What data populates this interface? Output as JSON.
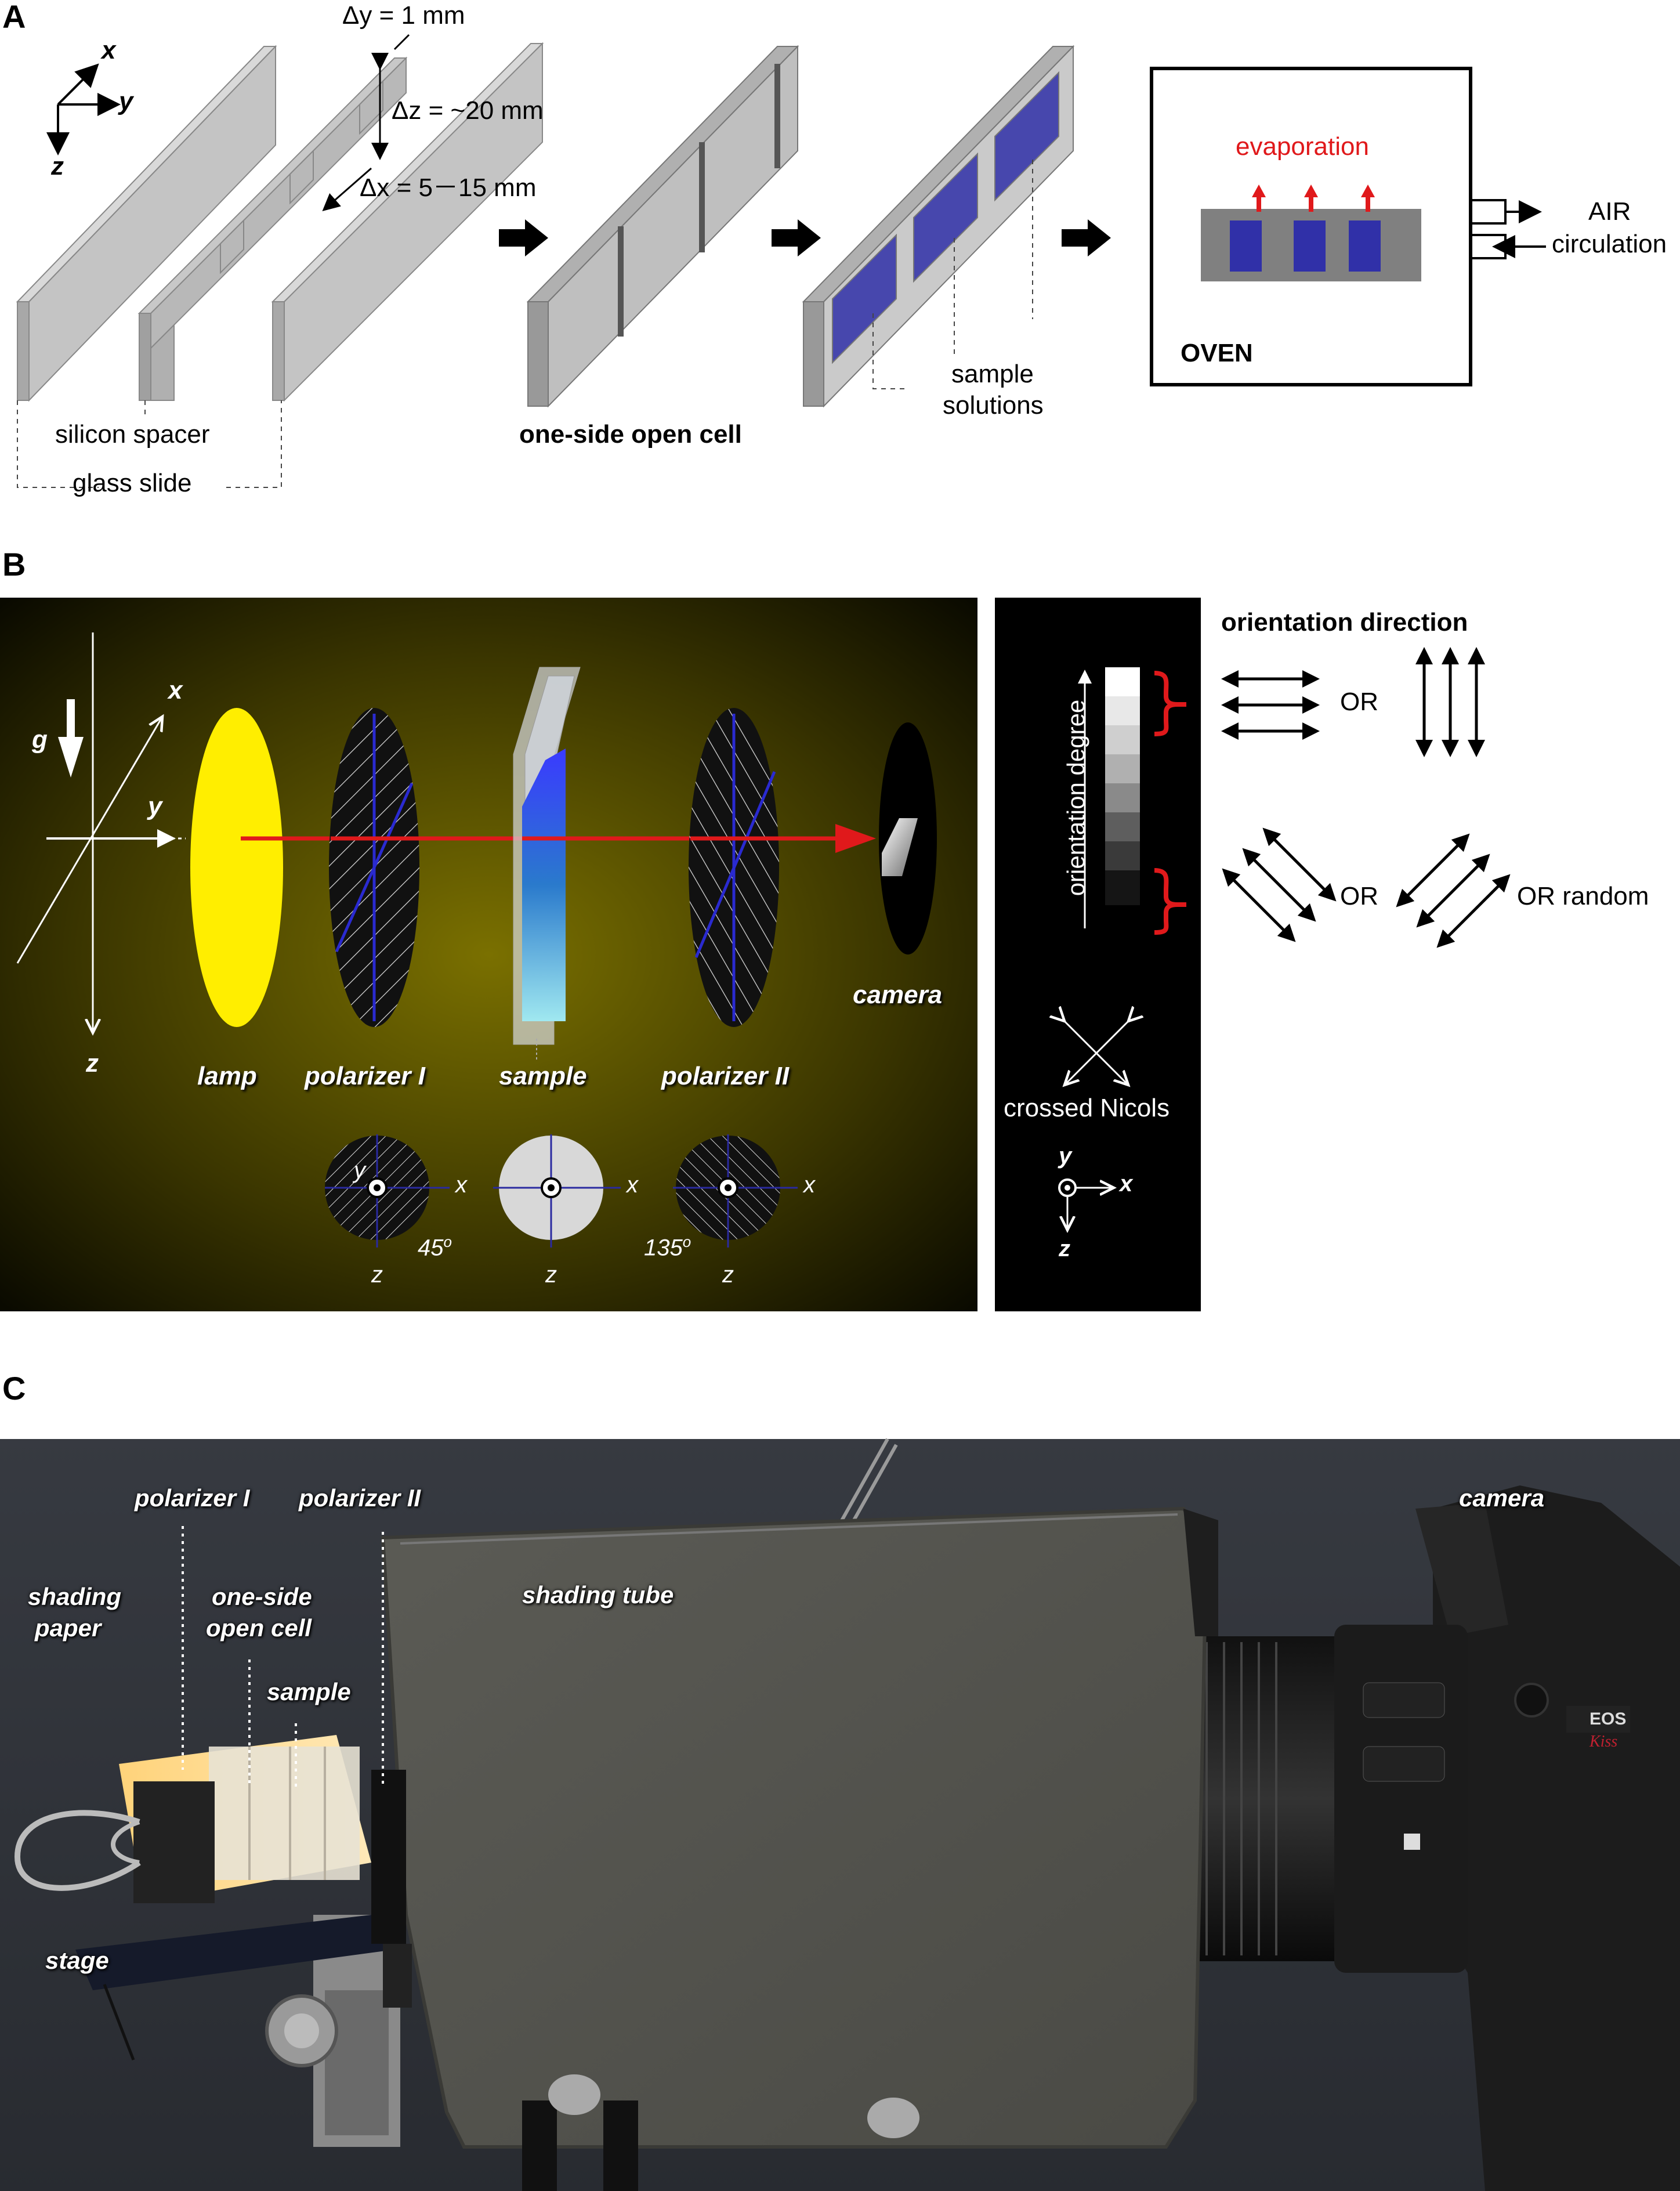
{
  "panels": {
    "a": "A",
    "b": "B",
    "c": "C"
  },
  "panel_a": {
    "axis_x": "x",
    "axis_y": "y",
    "axis_z": "z",
    "dy_label": "Δy =  1 mm",
    "dz_label": "Δz =  ~20 mm",
    "dx_label": "Δx = 5－15 mm",
    "silicon_spacer": "silicon spacer",
    "glass_slide": "glass slide",
    "open_cell": "one-side open cell",
    "sample_solutions_1": "sample",
    "sample_solutions_2": "solutions",
    "evaporation": "evaporation",
    "oven": "OVEN",
    "air_1": "AIR",
    "air_2": "circulation"
  },
  "panel_b": {
    "axis_x": "x",
    "axis_y": "y",
    "axis_z": "z",
    "gravity": "g",
    "lamp": "lamp",
    "polarizer_1": "polarizer I",
    "sample": "sample",
    "polarizer_2": "polarizer II",
    "camera": "camera",
    "angle_1": "45",
    "angle_2": "135",
    "deg": "o",
    "small_x": "x",
    "small_y": "y",
    "small_z": "z",
    "orientation_degree": "orientation degree",
    "crossed_nicols": "crossed Nicols",
    "orientation_direction": "orientation direction",
    "or": "OR",
    "or_random": "OR  random"
  },
  "panel_c": {
    "polarizer_1": "polarizer I",
    "polarizer_2": "polarizer II",
    "shading_paper_1": "shading",
    "shading_paper_2": "paper",
    "open_cell_1": "one-side",
    "open_cell_2": "open cell",
    "sample": "sample",
    "shading_tube": "shading tube",
    "camera": "camera",
    "stage": "stage"
  },
  "colors": {
    "red": "#e0191b",
    "blue_fill": "#3030a8",
    "lamp_yellow": "#ffee00",
    "glass_gray": "#c8c8c8"
  }
}
